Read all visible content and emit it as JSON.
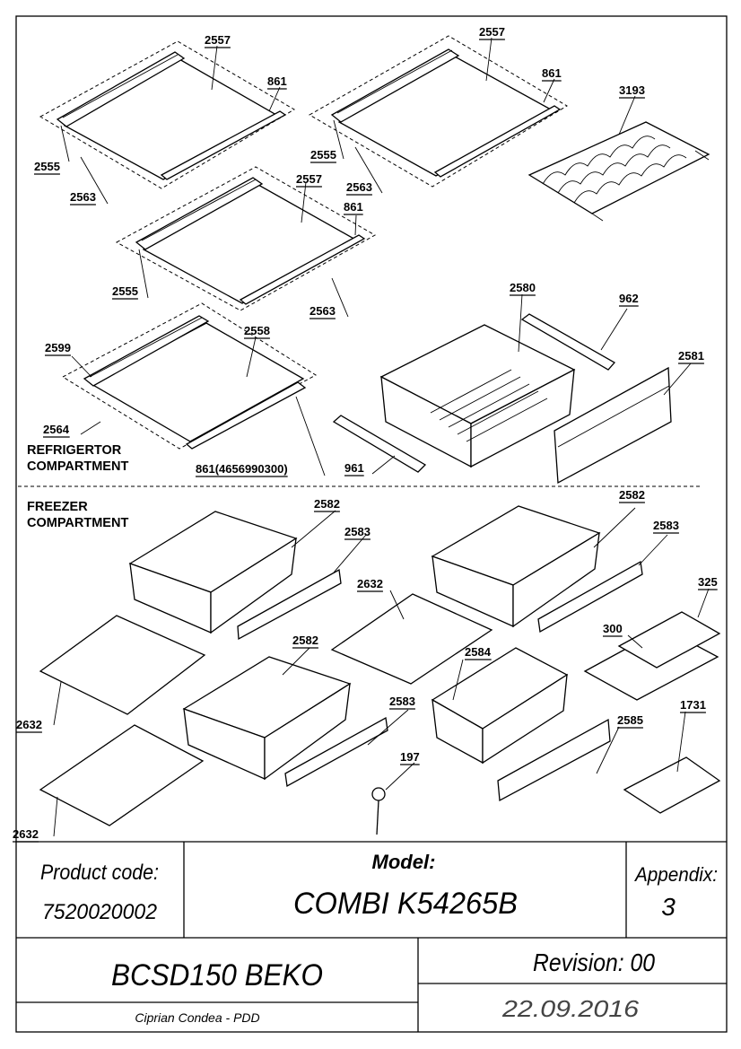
{
  "diagram": {
    "sections": {
      "refrigerator": "REFRIGERTOR\nCOMPARTMENT",
      "freezer": "FREEZER\nCOMPARTMENT"
    },
    "labels": [
      {
        "key": "l1",
        "text": "2557"
      },
      {
        "key": "l2",
        "text": "861"
      },
      {
        "key": "l3",
        "text": "2555"
      },
      {
        "key": "l4",
        "text": "2563"
      },
      {
        "key": "l5",
        "text": "2557"
      },
      {
        "key": "l6",
        "text": "861"
      },
      {
        "key": "l7",
        "text": "2555"
      },
      {
        "key": "l8",
        "text": "2563"
      },
      {
        "key": "l9",
        "text": "3193"
      },
      {
        "key": "l10",
        "text": "2557"
      },
      {
        "key": "l11",
        "text": "861"
      },
      {
        "key": "l12",
        "text": "2555"
      },
      {
        "key": "l13",
        "text": "2563"
      },
      {
        "key": "l14",
        "text": "2580"
      },
      {
        "key": "l15",
        "text": "962"
      },
      {
        "key": "l16",
        "text": "2599"
      },
      {
        "key": "l17",
        "text": "2558"
      },
      {
        "key": "l18",
        "text": "2581"
      },
      {
        "key": "l19",
        "text": "2564"
      },
      {
        "key": "l20",
        "text": "861(4656990300)"
      },
      {
        "key": "l21",
        "text": "961"
      },
      {
        "key": "l22",
        "text": "2582"
      },
      {
        "key": "l23",
        "text": "2583"
      },
      {
        "key": "l24",
        "text": "2582"
      },
      {
        "key": "l25",
        "text": "2583"
      },
      {
        "key": "l26",
        "text": "2632"
      },
      {
        "key": "l27",
        "text": "325"
      },
      {
        "key": "l28",
        "text": "300"
      },
      {
        "key": "l29",
        "text": "2582"
      },
      {
        "key": "l30",
        "text": "2584"
      },
      {
        "key": "l31",
        "text": "2632"
      },
      {
        "key": "l32",
        "text": "2583"
      },
      {
        "key": "l33",
        "text": "197"
      },
      {
        "key": "l34",
        "text": "2585"
      },
      {
        "key": "l35",
        "text": "1731"
      },
      {
        "key": "l36",
        "text": "2632"
      }
    ]
  },
  "title_block": {
    "product_code_label": "Product code:",
    "product_code": "7520020002",
    "model_label": "Model:",
    "model": "COMBI K54265B",
    "appendix_label": "Appendix:",
    "appendix": "3",
    "document": "BCSD150 BEKO",
    "revision": "Revision: 00",
    "author": "Ciprian Condea - PDD",
    "date": "22.09.2016"
  }
}
